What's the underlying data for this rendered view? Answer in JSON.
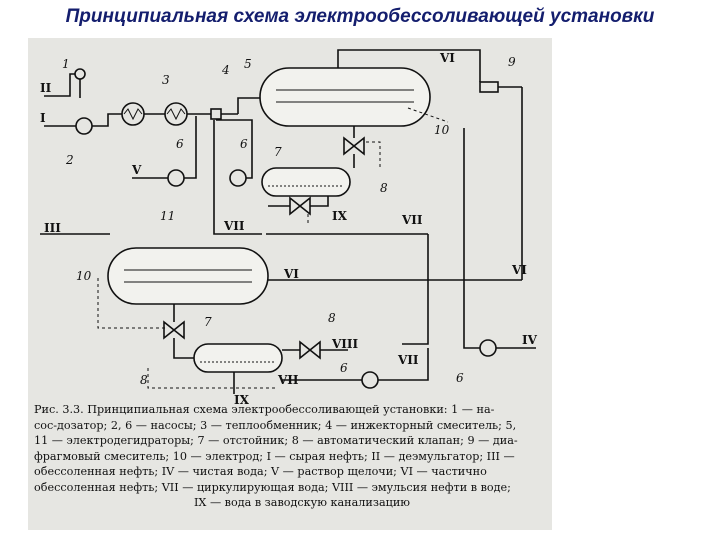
{
  "title": "Принципиальная схема электрообессоливающей установки",
  "diagram": {
    "numbers": [
      "1",
      "2",
      "3",
      "4",
      "5",
      "6",
      "6",
      "7",
      "8",
      "9",
      "10",
      "11",
      "10",
      "7",
      "8",
      "8",
      "6",
      "6"
    ],
    "streams": [
      "II",
      "I",
      "V",
      "VI",
      "VII",
      "IX",
      "III",
      "VI",
      "VII",
      "VI",
      "VIII",
      "VII",
      "IV",
      "IX"
    ]
  },
  "caption": {
    "lines": [
      "Рис. 3.3. Принципиальная схема электрообессоливающей установки: 1 — на-",
      "сос-дозатор; 2, 6 — насосы; 3 — теплообменник; 4 — инжекторный смеситель; 5,",
      "11 — электродегидраторы; 7 — отстойник; 8 — автоматический клапан; 9 — диа-",
      "фрагмовый смеситель; 10 — электрод; I — сырая нефть; II — деэмульгатор; III —",
      "обессоленная нефть; IV — чистая вода; V — раствор щелочи; VI — частично",
      "обессоленная нефть; VII — циркулирующая вода; VIII — эмульсия нефти в воде;",
      "IX — вода в заводскую канализацию"
    ]
  }
}
